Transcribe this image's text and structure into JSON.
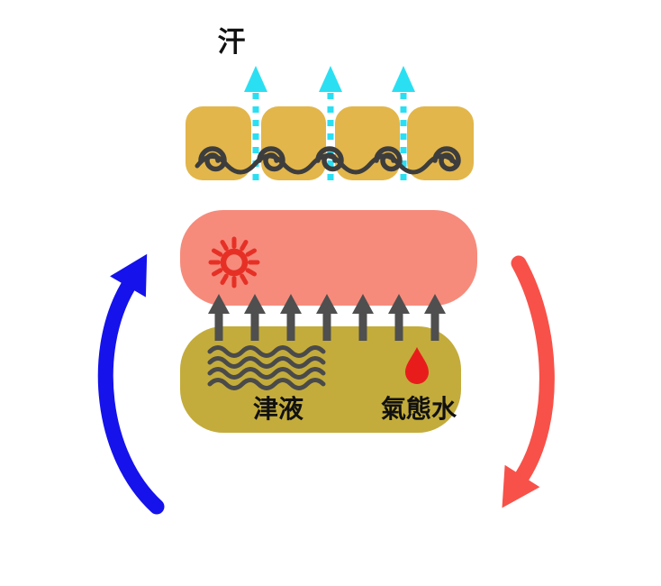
{
  "diagram": {
    "background": "#ffffff",
    "labels": {
      "sweat": "汗",
      "body_fluid": "津液",
      "gaseous_water": "氣態水"
    },
    "colors": {
      "skin": "#E2B64B",
      "scroll": "#3D3D3D",
      "flesh": "#F68B7C",
      "pathogen": "#E63026",
      "vapor_arrow": "#4F4F4F",
      "fluid_layer": "#C3AC3B",
      "fluid_wave": "#4A4A4A",
      "droplet": "#E81D1B",
      "sweat_arrow": "#2BDFF2",
      "cycle_up": "#1512EB",
      "cycle_down": "#F85149",
      "label_text": "#111111"
    }
  }
}
